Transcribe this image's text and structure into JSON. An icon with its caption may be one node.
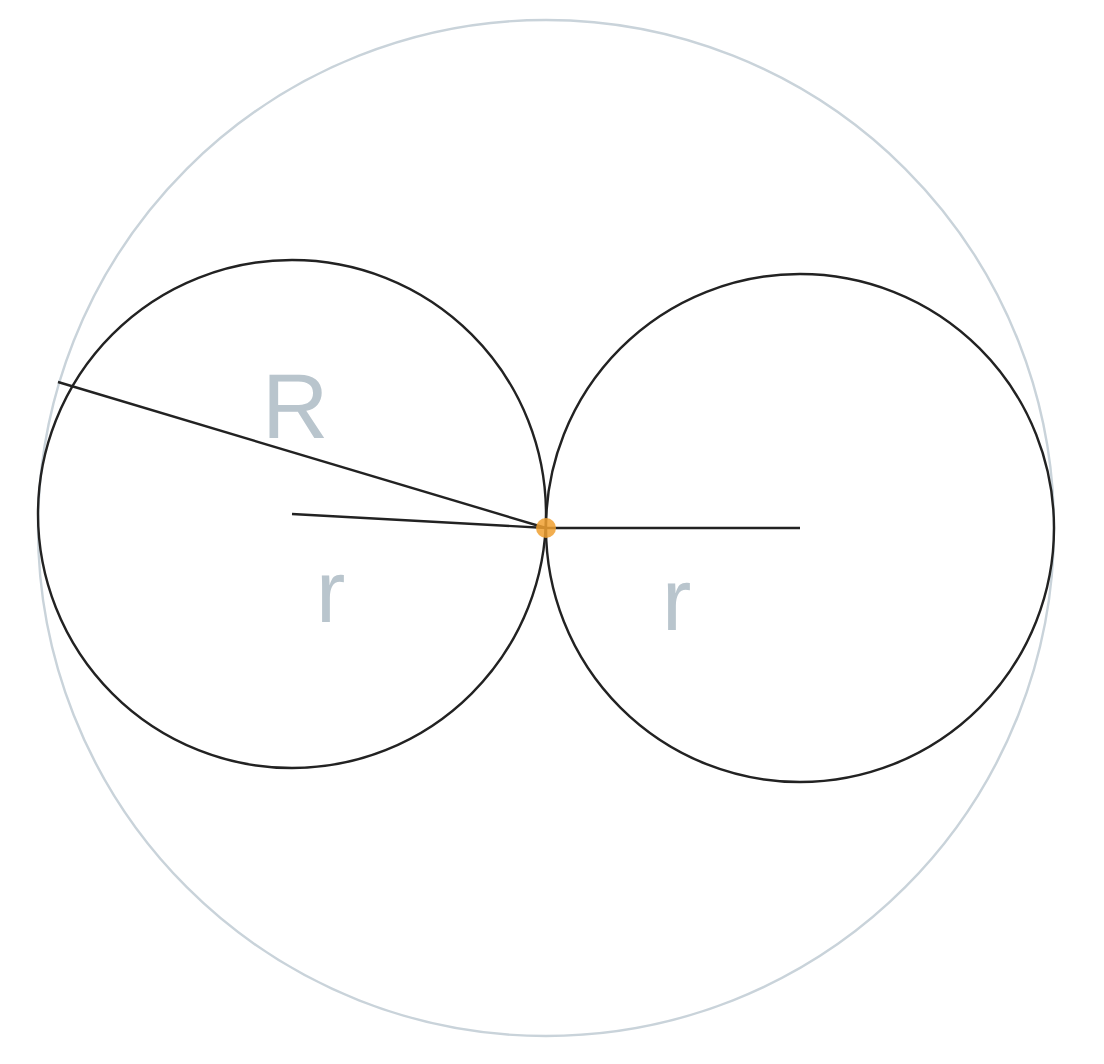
{
  "diagram": {
    "labels": [
      "R",
      "r",
      "r"
    ]
  }
}
